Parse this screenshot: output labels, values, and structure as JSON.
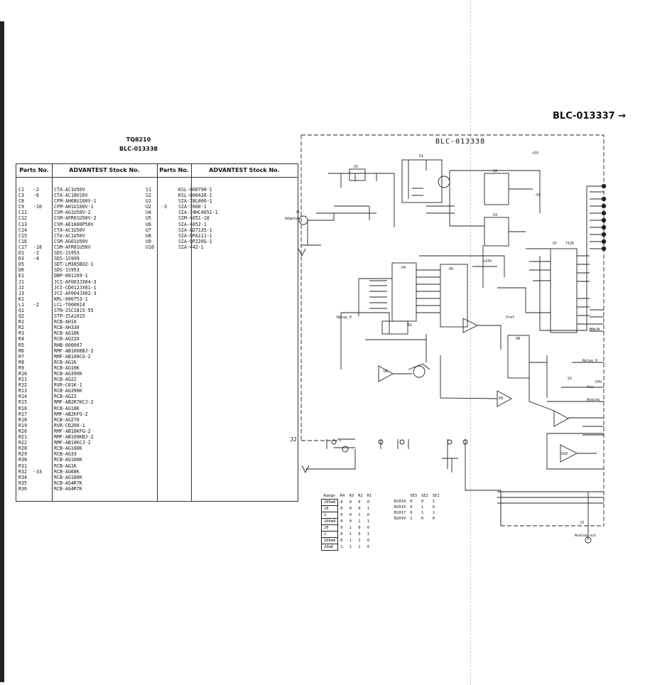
{
  "document": {
    "top_reference": "BLC-013337 →",
    "model": "TQ8210",
    "board": "BLC-013338",
    "table_headers": [
      "Parts No.",
      "ADVANTEST Stock No.",
      "Parts No.",
      "ADVANTEST Stock No."
    ],
    "parts_left": [
      [
        "C1",
        "-2",
        "CTA-AC1U50V"
      ],
      [
        "C3",
        "-6",
        "CTA-AC10U16V"
      ],
      [
        "C8",
        "",
        "CFM-AH68U100V-1"
      ],
      [
        "C9",
        "-10",
        "CFM-AH1U100V-1"
      ],
      [
        "C11",
        "",
        "CSM-AG1U50V-2"
      ],
      [
        "C12",
        "",
        "CSM-AFR01U50V-2"
      ],
      [
        "C13",
        "",
        "CSM-AE1000P50V"
      ],
      [
        "C14",
        "",
        "CTA-AC1U50V"
      ],
      [
        "C15",
        "",
        "CTA-AC1U50V"
      ],
      [
        "C16",
        "",
        "CSM-AG01U50V"
      ],
      [
        "C17",
        "-18",
        "CSM-AFR01U50V"
      ],
      [
        "D1",
        "-2",
        "SDS-1S953"
      ],
      [
        "D3",
        "-4",
        "SDS-1S999"
      ],
      [
        "D5",
        "",
        "SDT-LM385BX2-1"
      ],
      [
        "D6",
        "",
        "SDS-1S953"
      ],
      [
        "E1",
        "",
        "DBP-001169-1"
      ],
      [
        "J1",
        "",
        "JCI-AF003JX04-3"
      ],
      [
        "J2",
        "",
        "JCI-CD012JX01-1"
      ],
      [
        "J3",
        "",
        "JCI-AF004JX02-3"
      ],
      [
        "K1",
        "",
        "KRL-000753-1"
      ],
      [
        "L1",
        "-2",
        "LCL-T000814"
      ],
      [
        "Q1",
        "",
        "STN-2SC1815-55"
      ],
      [
        "Q2",
        "",
        "STP-2SA1015"
      ],
      [
        "R1",
        "",
        "RCB-AH10"
      ],
      [
        "R2",
        "",
        "RCB-AH330"
      ],
      [
        "R3",
        "",
        "RCB-AG10K"
      ],
      [
        "R4",
        "",
        "RCB-AG220"
      ],
      [
        "R5",
        "",
        "RHB-000007"
      ],
      [
        "R6",
        "",
        "RMF-AB1008BJ-2"
      ],
      [
        "R7",
        "",
        "RMF-AB108CG-2"
      ],
      [
        "R8",
        "",
        "RCB-AG1K"
      ],
      [
        "R9",
        "",
        "RCB-AG10K"
      ],
      [
        "R10",
        "",
        "RCB-AG390K"
      ],
      [
        "R11",
        "",
        "RCB-AG22"
      ],
      [
        "R12",
        "",
        "RVR-C01K-1"
      ],
      [
        "R13",
        "",
        "RCB-AG390K"
      ],
      [
        "R14",
        "",
        "RCB-AG22"
      ],
      [
        "R15",
        "",
        "RMF-AB2R7KCJ-2"
      ],
      [
        "R16",
        "",
        "RCB-AG18K"
      ],
      [
        "R17",
        "",
        "RMF-AB2KFG-2"
      ],
      [
        "R18",
        "",
        "RCB-AG270"
      ],
      [
        "R19",
        "",
        "RVR-CD200-1"
      ],
      [
        "R20",
        "",
        "RMF-AB10KFG-2"
      ],
      [
        "R21",
        "",
        "RMF-AB100KBJ-2"
      ],
      [
        "R22",
        "",
        "RMF-AB10KCJ-2"
      ],
      [
        "R28",
        "",
        "RCB-AG100K"
      ],
      [
        "R29",
        "",
        "RCB-AG33"
      ],
      [
        "R30",
        "",
        "RCB-AG100K"
      ],
      [
        "R31",
        "",
        "RCB-AG1K"
      ],
      [
        "R32",
        "-33",
        "RCB-AG68K"
      ],
      [
        "R34",
        "",
        "RCB-AG100K"
      ],
      [
        "R35",
        "",
        "RCB-AG4R7K"
      ],
      [
        "R36",
        "",
        "RCB-AG4R7K"
      ]
    ],
    "parts_right": [
      [
        "S1",
        "",
        "KSL-000798-1"
      ],
      [
        "S2",
        "",
        "KSL-000438-1"
      ],
      [
        "U1",
        "",
        "SIA-78L006-1"
      ],
      [
        "U2",
        "-3",
        "SIA-7660-1"
      ],
      [
        "U4",
        "",
        "SIA-74HC4051-1"
      ],
      [
        "U5",
        "",
        "SIM-4051-18"
      ],
      [
        "U6",
        "",
        "SIA-4052-1"
      ],
      [
        "U7",
        "",
        "SIA-AD7135-1"
      ],
      [
        "U8",
        "",
        "SIA-OPA111-1"
      ],
      [
        "U9",
        "",
        "SIA-OP220G-1"
      ],
      [
        "U10",
        "",
        "SIA-442-1"
      ]
    ],
    "schematic_title": "BLC-013338",
    "schematic_labels": {
      "adapter": "Adapter",
      "j1": "J1",
      "j2": "J2",
      "j3": "J3",
      "analog_out": "Analog out",
      "plus5v": "+5V",
      "minus5v": "-5V",
      "plus15v": "+15V",
      "relay": "Relay_0",
      "vref": "Vref",
      "ic7135": "7135",
      "u7": "U7",
      "s1": "S1",
      "s2": "S2",
      "u1": "U1",
      "u2": "U2",
      "u3": "U3",
      "u4": "U4",
      "u5": "U5",
      "u6": "U6",
      "u8": "U8",
      "u9": "U9",
      "u10": "U10",
      "k1": "K1",
      "vcc": "Vcc",
      "analog": "Analog",
      "cpu": "CPU",
      "dbm": "dBm/W"
    },
    "range_table": {
      "headers": [
        "Range",
        "R4",
        "R3",
        "R2",
        "R1"
      ],
      "rows": [
        [
          "200mA",
          "0",
          "0",
          "0",
          "0"
        ],
        [
          "20",
          "0",
          "0",
          "0",
          "1"
        ],
        [
          "2",
          "0",
          "0",
          "1",
          "0"
        ],
        [
          "200mA",
          "0",
          "0",
          "1",
          "1"
        ],
        [
          "20",
          "0",
          "1",
          "0",
          "0"
        ],
        [
          "2",
          "0",
          "1",
          "0",
          "1"
        ],
        [
          "200mA",
          "0",
          "1",
          "1",
          "0"
        ],
        [
          "20mA",
          "1",
          "1",
          "1",
          "0"
        ]
      ]
    },
    "se_table": {
      "headers": [
        "",
        "SE3",
        "SE2",
        "SE1"
      ],
      "rows": [
        [
          "B2014",
          "0",
          "0",
          "1"
        ],
        [
          "B2015",
          "0",
          "1",
          "0"
        ],
        [
          "B2017",
          "0",
          "1",
          "1"
        ],
        [
          "B2010",
          "1",
          "0",
          "0"
        ]
      ]
    }
  }
}
